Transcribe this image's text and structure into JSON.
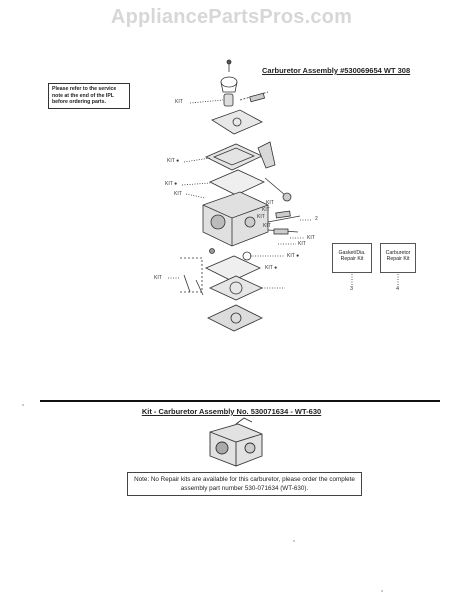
{
  "watermark": "AppliancePartsPros.com",
  "section1": {
    "title": "Carburetor Assembly #530069654 WT 308",
    "note": "Please refer to the service note at the end of the IPL before ordering parts.",
    "callouts": {
      "kit_top": "KIT",
      "kit_a": "KIT ●",
      "kit_b": "KIT ●",
      "kit_c": "KIT",
      "kit_d": "KIT",
      "kit_e": "KIT",
      "kit_f": "KIT",
      "kit_g": "KIT",
      "kit_h": "KIT",
      "kit_i": "KIT",
      "kit_j": "KIT ●",
      "kit_k": "KIT ●",
      "kit_l": "KIT",
      "num_2": "2"
    },
    "kit_boxes": [
      {
        "label": "Gasket/Dia. Repair Kit",
        "number": "3"
      },
      {
        "label": "Carburetor Repair Kit",
        "number": "4"
      }
    ]
  },
  "section2": {
    "title": "Kit - Carburetor Assembly No. 530071634 - WT-630",
    "note": "Note: No Repair kits are available for this carburetor, please order the complete assembly part number 530-071634 (WT-630)."
  }
}
